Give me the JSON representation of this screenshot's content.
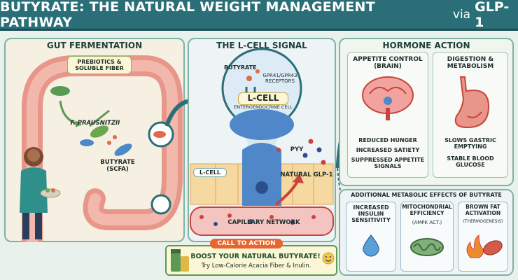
{
  "header": {
    "title_main": "BUTYRATE: THE NATURAL WEIGHT MANAGEMENT PATHWAY",
    "title_via": "via",
    "title_end": "GLP-1"
  },
  "gut": {
    "title": "GUT FERMENTATION",
    "prebiotics": "PREBIOTICS & SOLUBLE FIBER",
    "bacteria": "F. PRAUSNITZII",
    "butyrate": "BUTYRATE (SCFA)"
  },
  "lcell": {
    "title": "THE L-CELL SIGNAL",
    "butyrate": "BUTYRATE",
    "receptors": "GPR41/GPR43 RECEPTORS",
    "cell_name": "L-CELL",
    "cell_desc": "ENTEROENDOCRINE CELL",
    "pyy": "PYY",
    "cell_label": "L-CELL",
    "glp1": "NATURAL GLP-1",
    "capillary": "CAPILLARY NETWORK"
  },
  "hormone": {
    "title": "HORMONE ACTION",
    "brain_title": "APPETITE CONTROL (BRAIN)",
    "brain_effects": [
      "REDUCED HUNGER",
      "INCREASED SATIETY",
      "SUPPRESSED APPETITE SIGNALS"
    ],
    "digestion_title": "DIGESTION & METABOLISM",
    "digestion_effects": [
      "SLOWS GASTRIC EMPTYING",
      "STABLE BLOOD GLUCOSE"
    ]
  },
  "effects": {
    "title": "ADDITIONAL METABOLIC EFFECTS OF BUTYRATE",
    "items": [
      {
        "name": "INCREASED INSULIN SENSITIVITY",
        "sub": ""
      },
      {
        "name": "MITOCHONDRIAL EFFICIENCY",
        "sub": "(AMPK ACT.)"
      },
      {
        "name": "BROWN FAT ACTIVATION",
        "sub": "(THERMOGENESIS)"
      }
    ]
  },
  "cta": {
    "tag": "CALL TO ACTION",
    "line1": "BOOST YOUR NATURAL BUTYRATE!",
    "line2": "Try Low-Calorie Acacia Fiber & Inulin."
  },
  "colors": {
    "banner": "#2a6f77",
    "cta_tag": "#e8662e",
    "gut": "#e8958a",
    "lcell": "#4f87c9"
  }
}
